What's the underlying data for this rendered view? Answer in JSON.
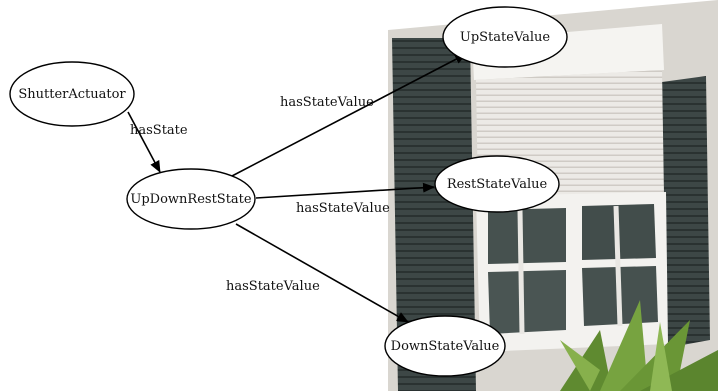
{
  "nodes": {
    "shutter_actuator": "ShutterActuator",
    "up_down_rest_state": "UpDownRestState",
    "up_state_value": "UpStateValue",
    "rest_state_value": "RestStateValue",
    "down_state_value": "DownStateValue"
  },
  "edges": {
    "has_state": "hasState",
    "to_up": "hasStateValue",
    "to_rest": "hasStateValue",
    "to_down": "hasStateValue"
  },
  "colors": {
    "node_fill": "#ffffff",
    "stroke": "#000000",
    "shutter_frame": "#f2f0ec",
    "blind": "#e8e6e2",
    "side_shutter": "#3c4645",
    "glass": "#3f4a48",
    "plant": "#6f9a3a"
  },
  "picture": "window-with-roller-shutter"
}
